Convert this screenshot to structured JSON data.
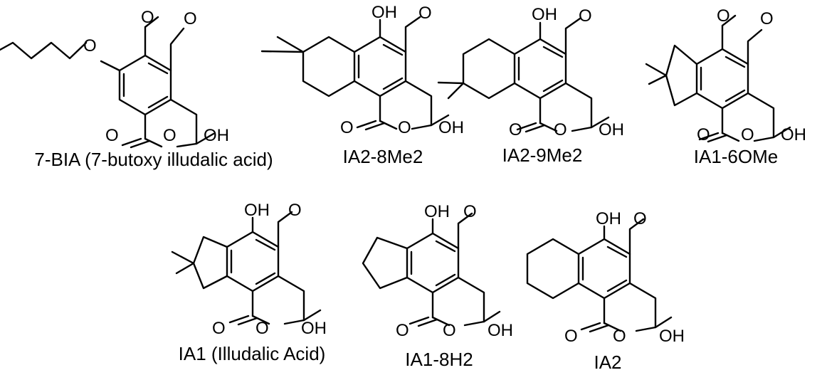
{
  "atoms": {
    "hydroxyl": "OH",
    "oxygen": "O"
  },
  "compounds": [
    {
      "id": "c1",
      "caption": "7-BIA (7-butoxy illudalic acid)"
    },
    {
      "id": "c2",
      "caption": "IA2-8Me2"
    },
    {
      "id": "c3",
      "caption": "IA2-9Me2"
    },
    {
      "id": "c4",
      "caption": "IA1-6OMe"
    },
    {
      "id": "c5",
      "caption": "IA1 (Illudalic Acid)"
    },
    {
      "id": "c6",
      "caption": "IA1-8H2"
    },
    {
      "id": "c7",
      "caption": "IA2"
    }
  ]
}
